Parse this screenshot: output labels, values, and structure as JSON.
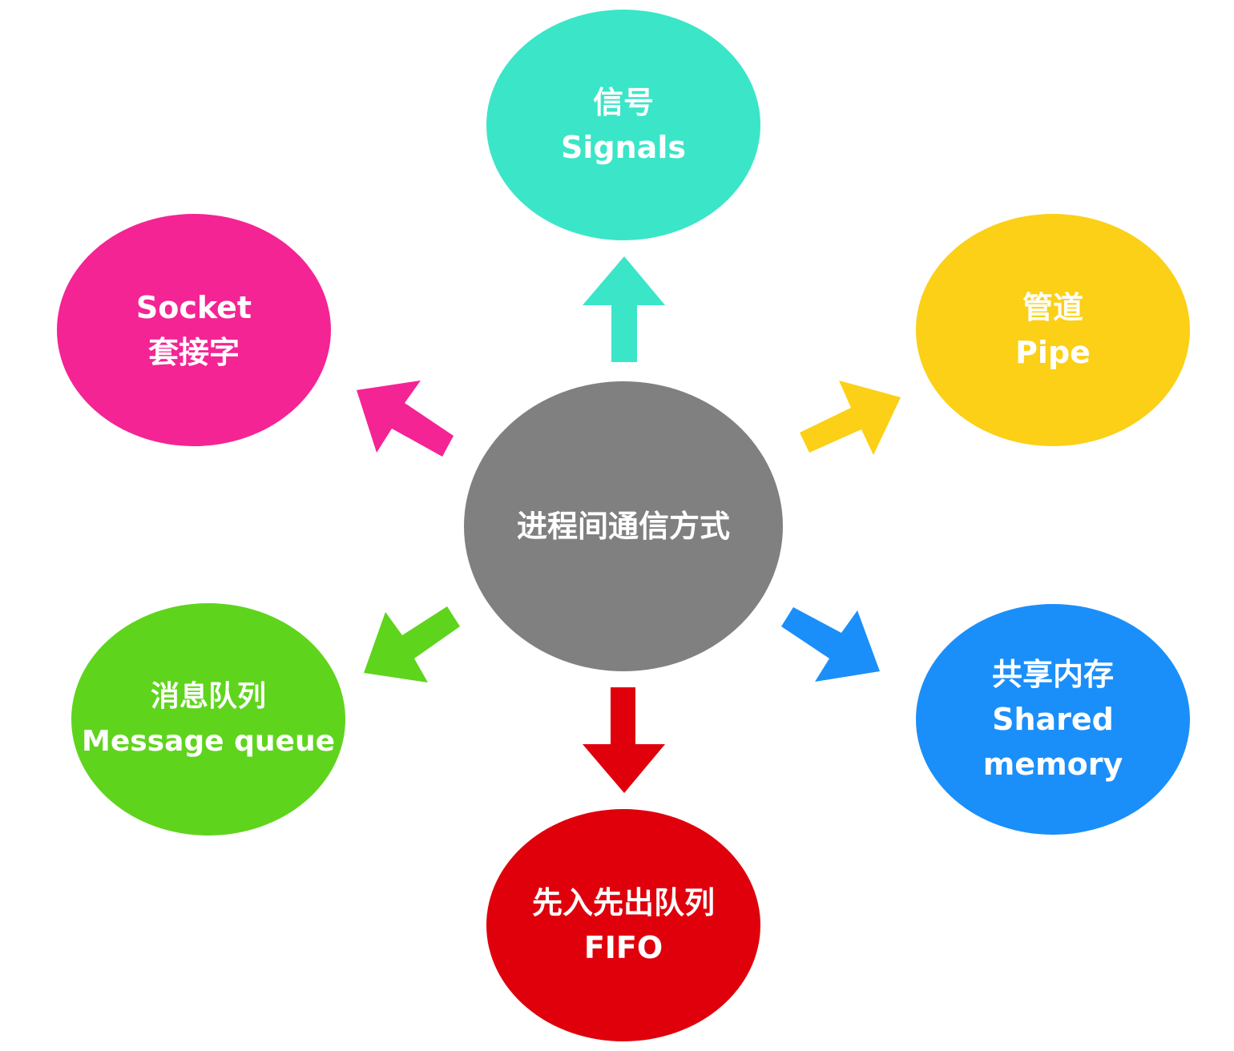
{
  "center": {
    "label": "进程间通信方式",
    "color": "#808080"
  },
  "nodes": [
    {
      "id": "signals",
      "lines": [
        "信号",
        "Signals"
      ],
      "color": "#3be5c8"
    },
    {
      "id": "pipe",
      "lines": [
        "管道",
        "Pipe"
      ],
      "color": "#fbd016"
    },
    {
      "id": "shared-memory",
      "lines": [
        "共享内存",
        "Shared",
        "memory"
      ],
      "color": "#1b8ff9"
    },
    {
      "id": "fifo",
      "lines": [
        "先入先出队列",
        "FIFO"
      ],
      "color": "#df000c"
    },
    {
      "id": "message-queue",
      "lines": [
        "消息队列",
        "Message queue"
      ],
      "color": "#5fd41d"
    },
    {
      "id": "socket",
      "lines": [
        "Socket",
        "套接字"
      ],
      "color": "#f42494"
    }
  ]
}
